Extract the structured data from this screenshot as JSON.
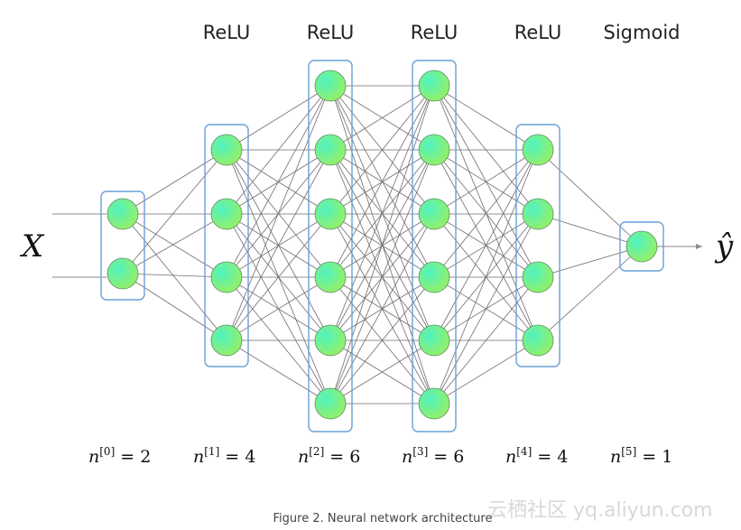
{
  "diagram": {
    "input_label": "X",
    "output_label": "ŷ",
    "caption": "Figure 2. Neural network architecture",
    "watermark": "云栖社区 yq.aliyun.com",
    "layers": [
      {
        "activation": "",
        "size_text": "2",
        "superscript": "[0]",
        "var": "n"
      },
      {
        "activation": "ReLU",
        "size_text": "4",
        "superscript": "[1]",
        "var": "n"
      },
      {
        "activation": "ReLU",
        "size_text": "6",
        "superscript": "[2]",
        "var": "n"
      },
      {
        "activation": "ReLU",
        "size_text": "6",
        "superscript": "[3]",
        "var": "n"
      },
      {
        "activation": "ReLU",
        "size_text": "4",
        "superscript": "[4]",
        "var": "n"
      },
      {
        "activation": "Sigmoid",
        "size_text": "1",
        "superscript": "[5]",
        "var": "n"
      }
    ],
    "layer_sizes": [
      2,
      4,
      6,
      6,
      4,
      1
    ],
    "colors": {
      "node_gradient_start": "#4ff2c2",
      "node_gradient_end": "#9af05e",
      "box_stroke": "#6aa0d8",
      "edge": "#6e6e6e"
    }
  }
}
